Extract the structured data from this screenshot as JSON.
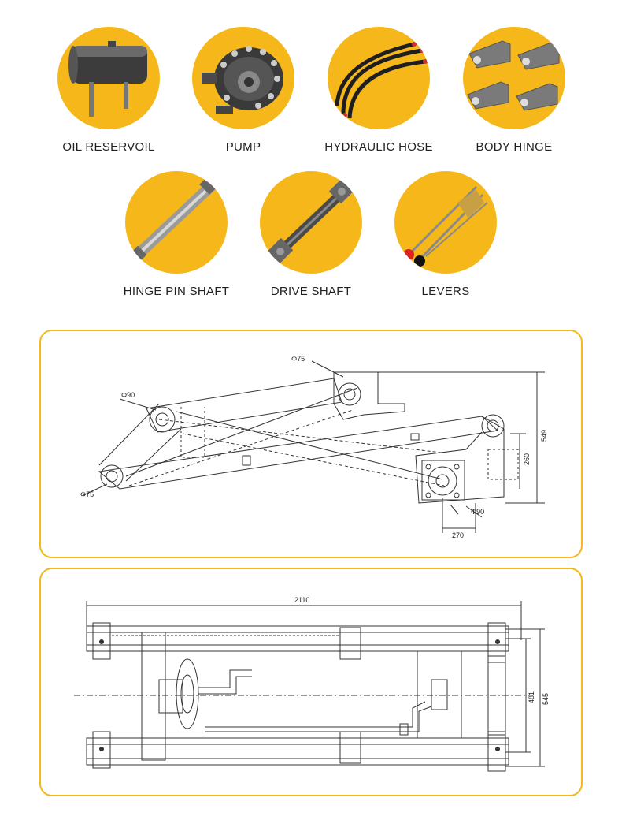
{
  "parts": [
    {
      "label": "OIL RESERVOIL",
      "icon": "oil-reservoir-icon"
    },
    {
      "label": "PUMP",
      "icon": "pump-icon"
    },
    {
      "label": "HYDRAULIC HOSE",
      "icon": "hydraulic-hose-icon"
    },
    {
      "label": "BODY HINGE",
      "icon": "body-hinge-icon"
    },
    {
      "label": "HINGE PIN SHAFT",
      "icon": "hinge-pin-shaft-icon"
    },
    {
      "label": "DRIVE SHAFT",
      "icon": "drive-shaft-icon"
    },
    {
      "label": "LEVERS",
      "icon": "levers-icon"
    }
  ],
  "side_view": {
    "dia_top": "Φ75",
    "dia_left": "Φ90",
    "dia_bottom_left": "Φ75",
    "dia_bottom_right": "Φ90",
    "dim_260": "260",
    "dim_549": "549",
    "dim_270": "270"
  },
  "top_view": {
    "dim_length": "2110",
    "dim_481": "481",
    "dim_545": "545"
  },
  "colors": {
    "accent": "#F5B719",
    "line": "#333333"
  }
}
